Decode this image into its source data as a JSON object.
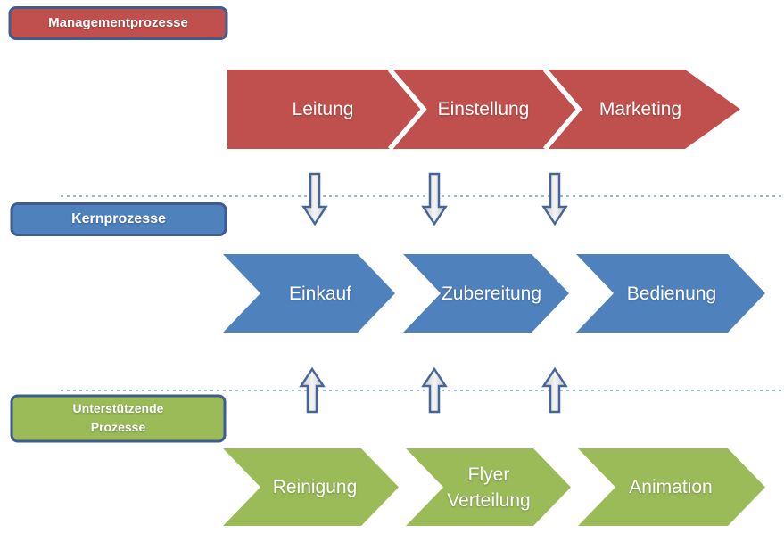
{
  "diagram": {
    "rows": {
      "management": {
        "label": "Managementprozesse",
        "items": [
          "Leitung",
          "Einstellung",
          "Marketing"
        ]
      },
      "core": {
        "label": "Kernprozesse",
        "items": [
          "Einkauf",
          "Zubereitung",
          "Bedienung"
        ]
      },
      "support": {
        "label": "Unterstützende\nProzesse",
        "items": [
          "Reinigung",
          "Flyer Verteilung",
          "Animation"
        ]
      }
    },
    "connectors": {
      "down_arrow_count": 3,
      "up_arrow_count": 3,
      "dotted_boundary_count": 2
    }
  },
  "colors": {
    "management_fill": "#C0504D",
    "core_fill": "#4F81BD",
    "support_fill": "#9BBB59",
    "label_border": "#3E5C8F",
    "arrow_outline": "#46669A",
    "dotted_line": "#9BB9DE",
    "separator": "#FFFFFF",
    "text": "#FFFFFF"
  }
}
